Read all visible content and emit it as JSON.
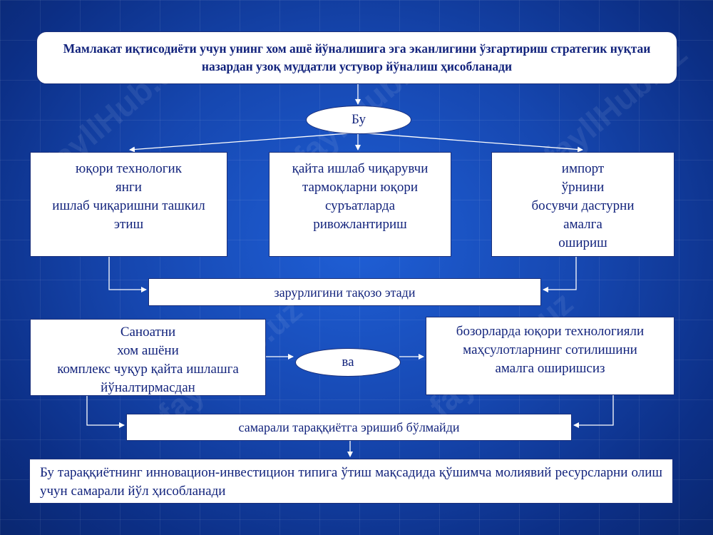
{
  "top_statement": "Мамлакат иқтисодиёти учун унинг хом ашё йўналишига эга эканлигини ўзгартириш стратегик нуқтаи назардан узоқ муддатли устувор йўналиш ҳисобланади",
  "bu_label": "Бу",
  "boxes": {
    "left": "юқори технологик\nянги\nишлаб чиқаришни ташкил\nэтиш",
    "middle": "қайта ишлаб чиқарувчи\nтармоқларни юқори\nсуръатларда\nривожлантириш",
    "right": "импорт\nўрнини\nбосувчи дастурни\nамалга\n ошириш"
  },
  "requires_label": "зарурлигини тақозо этади",
  "raw_materials_box": "Саноатни\nхом ашёни\nкомплекс чуқур қайта ишлашга\nйўналтирмасдан",
  "va_label": "ва",
  "market_box": "бозорларда юқори технологияли\nмаҳсулотларнинг сотилишини\nамалга оширишсиз",
  "no_progress_label": "самарали тараққиётга эришиб бўлмайди",
  "bottom_statement": "Бу тараққиётнинг инновацион-инвестицион типига ўтиш мақсадида қўшимча молиявий ресурсларни олиш учун самарали йўл ҳисобланади",
  "watermark_text": "fayllHub.uz",
  "colors": {
    "background": "#1647b0",
    "box_fill": "#ffffff",
    "text": "#12237c",
    "connector": "#ffffff"
  }
}
